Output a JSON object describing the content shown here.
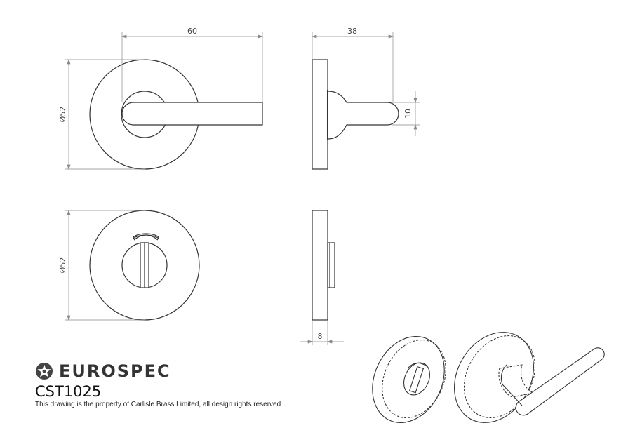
{
  "dimensions": {
    "rose_width": "60",
    "rose_diameter_top": "Ø52",
    "lever_projection": "38",
    "lever_thickness": "10",
    "rose_diameter_bottom": "Ø52",
    "turn_projection": "8"
  },
  "footer": {
    "brand": "EUROSPEC",
    "product_code": "CST1025",
    "copyright": "This drawing is the property of Carlisle Brass Limited, all design rights reserved"
  },
  "icons": {
    "brand_logo": "star-in-circle-icon"
  },
  "colors": {
    "line": "#333333",
    "dimension": "#777777"
  }
}
